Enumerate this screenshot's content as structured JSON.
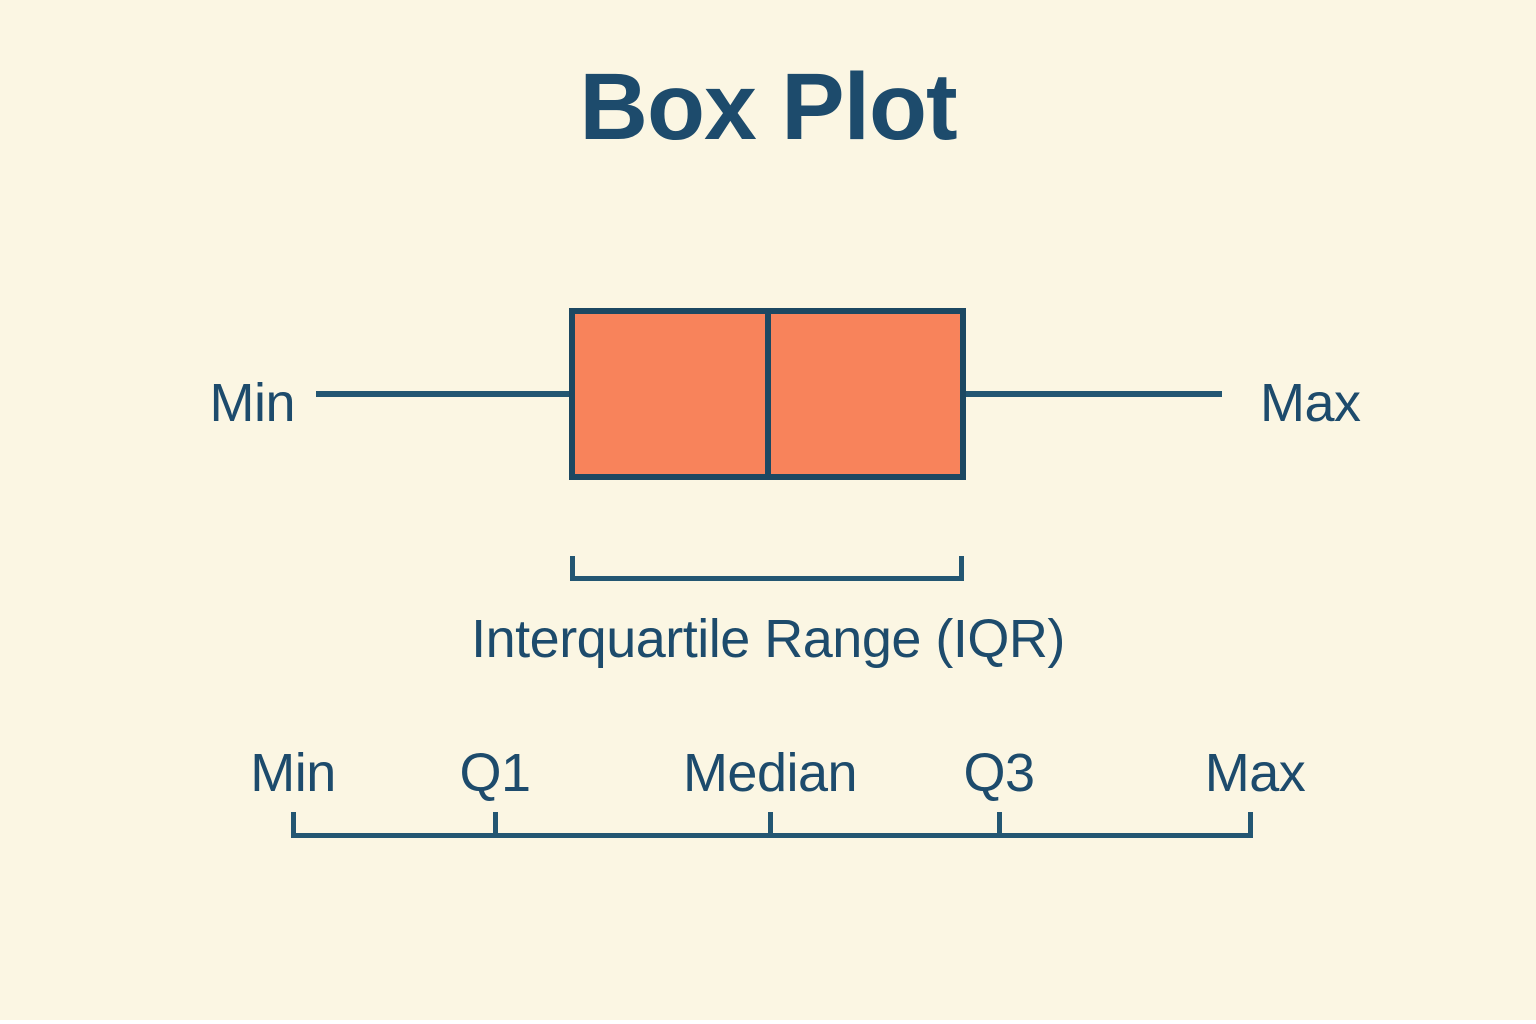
{
  "title": "Box Plot",
  "colors": {
    "background": "#fbf6e3",
    "text": "#1d4b6c",
    "line": "#235672",
    "box_fill": "#f8835b",
    "box_border": "#1c4862"
  },
  "box_plot": {
    "min_label": "Min",
    "max_label": "Max",
    "iqr_label": "Interquartile Range (IQR)"
  },
  "axis": {
    "labels": [
      "Min",
      "Q1",
      "Median",
      "Q3",
      "Max"
    ]
  }
}
